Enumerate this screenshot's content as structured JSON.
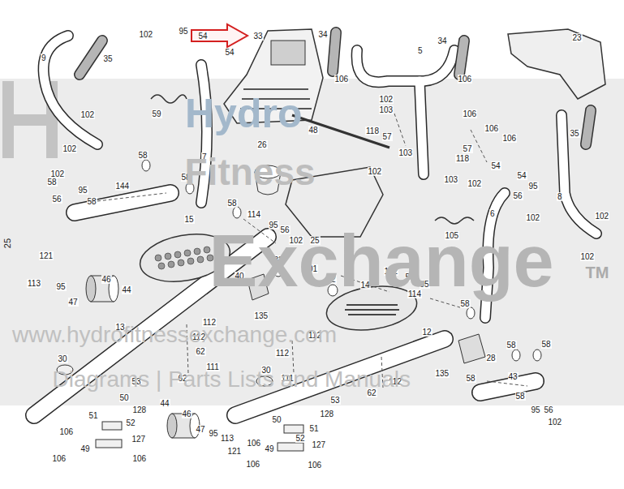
{
  "diagram": {
    "labels": [
      "102",
      "95",
      "54",
      "33",
      "54",
      "34",
      "34",
      "23",
      "9",
      "35",
      "5",
      "106",
      "106",
      "102",
      "103",
      "106",
      "106",
      "106",
      "118",
      "57",
      "59",
      "102",
      "102",
      "102",
      "7",
      "48",
      "26",
      "103",
      "102",
      "57",
      "118",
      "54",
      "102",
      "103",
      "35",
      "58",
      "58",
      "58",
      "95",
      "56",
      "58",
      "144",
      "58",
      "54",
      "95",
      "56",
      "102",
      "8",
      "102",
      "102",
      "15",
      "114",
      "6",
      "95",
      "56",
      "102",
      "25",
      "105",
      "121",
      "113",
      "95",
      "47",
      "46",
      "44",
      "32",
      "101",
      "40",
      "32",
      "14",
      "102",
      "56",
      "95",
      "114",
      "58",
      "135",
      "112",
      "112",
      "112",
      "112",
      "62",
      "111",
      "62",
      "111",
      "13",
      "12",
      "112",
      "62",
      "28",
      "58",
      "58",
      "135",
      "58",
      "43",
      "58",
      "95",
      "56",
      "102",
      "30",
      "30",
      "53",
      "53",
      "50",
      "128",
      "51",
      "52",
      "106",
      "127",
      "49",
      "106",
      "106",
      "44",
      "46",
      "47",
      "95",
      "113",
      "121",
      "50",
      "128",
      "51",
      "52",
      "106",
      "49",
      "127",
      "106",
      "106",
      "25",
      "Hydro",
      "Fitness",
      "Exchange",
      "TM",
      "www.hydrofitnessexchange.com",
      "Diagrams | Parts Lists and Manuals"
    ]
  }
}
